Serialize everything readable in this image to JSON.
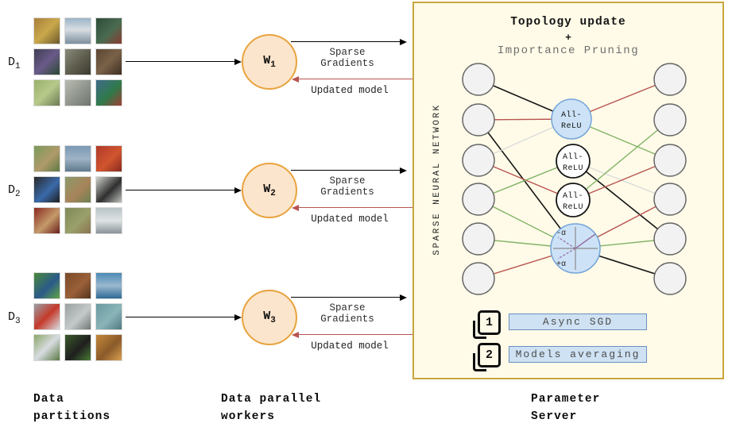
{
  "palette": {
    "server_box_bg": "#FFFBE8",
    "server_box_border": "#C8A63E",
    "worker_fill": "#FCE5CD",
    "worker_border": "#E8A33D",
    "blue_node_fill": "#CDE2F6",
    "blue_node_border": "#74A4D9",
    "gray_node_fill": "#F2F2F2",
    "gray_node_border": "#666666",
    "edge_black": "#141414",
    "edge_red": "#B85450",
    "edge_green": "#82B366",
    "edge_gray": "#DBDBDB",
    "activation_purple": "#9673A6",
    "legend_fill": "#CFE2F3",
    "legend_border": "#6C8EBF"
  },
  "partitions": [
    {
      "label": "D",
      "sub": "1",
      "tiles": [
        {
          "name": "frog",
          "style": "background:linear-gradient(135deg,#a97f3a,#c9a84c 50%,#6b5a2a)"
        },
        {
          "name": "truck",
          "style": "background:linear-gradient(180deg,#9ab4c8,#d8dde2 45%,#7c8f9e)"
        },
        {
          "name": "dump-truck",
          "style": "background:linear-gradient(135deg,#2e4d3a,#4a6b50 55%,#8a3b30)"
        },
        {
          "name": "cassowary-bird",
          "style": "background:linear-gradient(135deg,#3f3f52,#6a5a8a 50%,#2c4a33)"
        },
        {
          "name": "toad",
          "style": "background:linear-gradient(135deg,#8a8a7a,#5d5c4c 55%,#3b3a30)"
        },
        {
          "name": "owl",
          "style": "background:linear-gradient(135deg,#5c4632,#7a6248 50%,#3e2f22)"
        },
        {
          "name": "bird-in-grass",
          "style": "background:linear-gradient(135deg,#9ab06a,#b7c98a 50%,#6d7a55)"
        },
        {
          "name": "propeller-plane",
          "style": "background:linear-gradient(135deg,#b9bcb2,#8f948c 55%,#6f756d)"
        },
        {
          "name": "train",
          "style": "background:linear-gradient(135deg,#3f6b8a,#2f7a4a 55%,#a04034)"
        }
      ]
    },
    {
      "label": "D",
      "sub": "2",
      "tiles": [
        {
          "name": "deer",
          "style": "background:linear-gradient(135deg,#7a9a5a,#b09a6a 55%,#5d7a44)"
        },
        {
          "name": "station-wagon",
          "style": "background:linear-gradient(180deg,#7a99b5,#9fb3c4 50%,#5f7a8c)"
        },
        {
          "name": "red-car",
          "style": "background:linear-gradient(135deg,#b03a2a,#d0552f 55%,#8a2a1f)"
        },
        {
          "name": "black-dog",
          "style": "background:linear-gradient(135deg,#2a2a2a,#3a6aaa 55%,#1f1f1f)"
        },
        {
          "name": "deer-pair",
          "style": "background:linear-gradient(135deg,#8a9a6a,#a8845a 55%,#6d8050)"
        },
        {
          "name": "stealth-jet",
          "style": "background:linear-gradient(135deg,#cfd2cc,#2f2f2f 55%,#bfc2bc)"
        },
        {
          "name": "dog-on-carpet",
          "style": "background:linear-gradient(135deg,#8a2a22,#c49a6a 55%,#6a1f1a)"
        },
        {
          "name": "antelope",
          "style": "background:linear-gradient(135deg,#7d8a5a,#9aa06a 55%,#8a7350)"
        },
        {
          "name": "white-truck",
          "style": "background:linear-gradient(180deg,#b8c4c8,#dfe4e4 50%,#8a9499)"
        }
      ]
    },
    {
      "label": "D",
      "sub": "3",
      "tiles": [
        {
          "name": "peacock",
          "style": "background:linear-gradient(135deg,#4a8a3a,#2a5a8a 55%,#63a545)"
        },
        {
          "name": "horse",
          "style": "background:linear-gradient(135deg,#7a4a2a,#9a6038 55%,#54351e)"
        },
        {
          "name": "speedboat",
          "style": "background:linear-gradient(180deg,#4a8ab5,#9ab8cf 50%,#2f6a95)"
        },
        {
          "name": "airplane",
          "style": "background:linear-gradient(135deg,#9aa0a8,#c43a2a 50%,#d8dde2)"
        },
        {
          "name": "box-truck",
          "style": "background:linear-gradient(135deg,#9aa0a0,#c4c9c9 55%,#707878)"
        },
        {
          "name": "teal-car",
          "style": "background:linear-gradient(135deg,#6a9aa0,#8ab4b8 55%,#4f7a80)"
        },
        {
          "name": "bird-on-post",
          "style": "background:linear-gradient(135deg,#8aa86a,#d8dce0 50%,#5a7a45)"
        },
        {
          "name": "monkey",
          "style": "background:linear-gradient(135deg,#3a5a2a,#1f1f1f 55%,#4a7a35)"
        },
        {
          "name": "puppy",
          "style": "background:linear-gradient(135deg,#c4883a,#8a5a2a 55%,#d8a050)"
        }
      ]
    }
  ],
  "workers": [
    {
      "label": "W",
      "sub": "1"
    },
    {
      "label": "W",
      "sub": "2"
    },
    {
      "label": "W",
      "sub": "3"
    }
  ],
  "flow": {
    "out_line1": "Sparse",
    "out_line2": "Gradients",
    "back_label": "Updated model"
  },
  "server": {
    "title_line1": "Topology update",
    "title_line2": "+",
    "title_line3": "Importance Pruning",
    "side_label": "SPARSE NEURAL NETWORK",
    "relu_line1": "All-",
    "relu_line2": "ReLU",
    "alpha_neg": "-α",
    "alpha_pos": "+α",
    "legend": [
      {
        "num": "1",
        "label": "Async SGD"
      },
      {
        "num": "2",
        "label": "Models averaging"
      }
    ]
  },
  "captions": {
    "partitions_l1": "Data",
    "partitions_l2": "partitions",
    "workers_l1": "Data parallel",
    "workers_l2": "workers",
    "server_l1": "Parameter",
    "server_l2": "Server"
  }
}
